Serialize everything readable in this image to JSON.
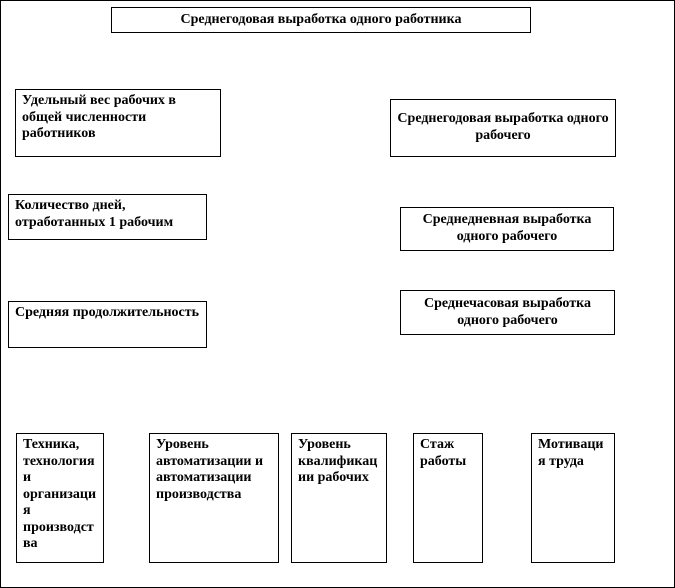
{
  "diagram": {
    "title": "Среднегодовая выработка одного работника",
    "left_column": [
      {
        "text": "Удельный вес рабочих в общей численности работников"
      },
      {
        "text": "Количество дней, отработанных 1 рабочим"
      },
      {
        "text": "Средняя продолжительность"
      }
    ],
    "right_column": [
      {
        "text": "Среднегодовая выработка одного рабочего"
      },
      {
        "text": "Среднедневная выработка одного рабочего"
      },
      {
        "text": "Среднечасовая выработка одного рабочего"
      }
    ],
    "bottom_row": [
      {
        "text": "Техника, технология и организация производства"
      },
      {
        "text": "Уровень автоматизации и автоматизации производства"
      },
      {
        "text": "Уровень квалификации рабочих"
      },
      {
        "text": "Стаж работы"
      },
      {
        "text": "Мотивация труда"
      }
    ],
    "colors": {
      "border": "#000000",
      "background": "#ffffff",
      "text": "#000000"
    }
  }
}
